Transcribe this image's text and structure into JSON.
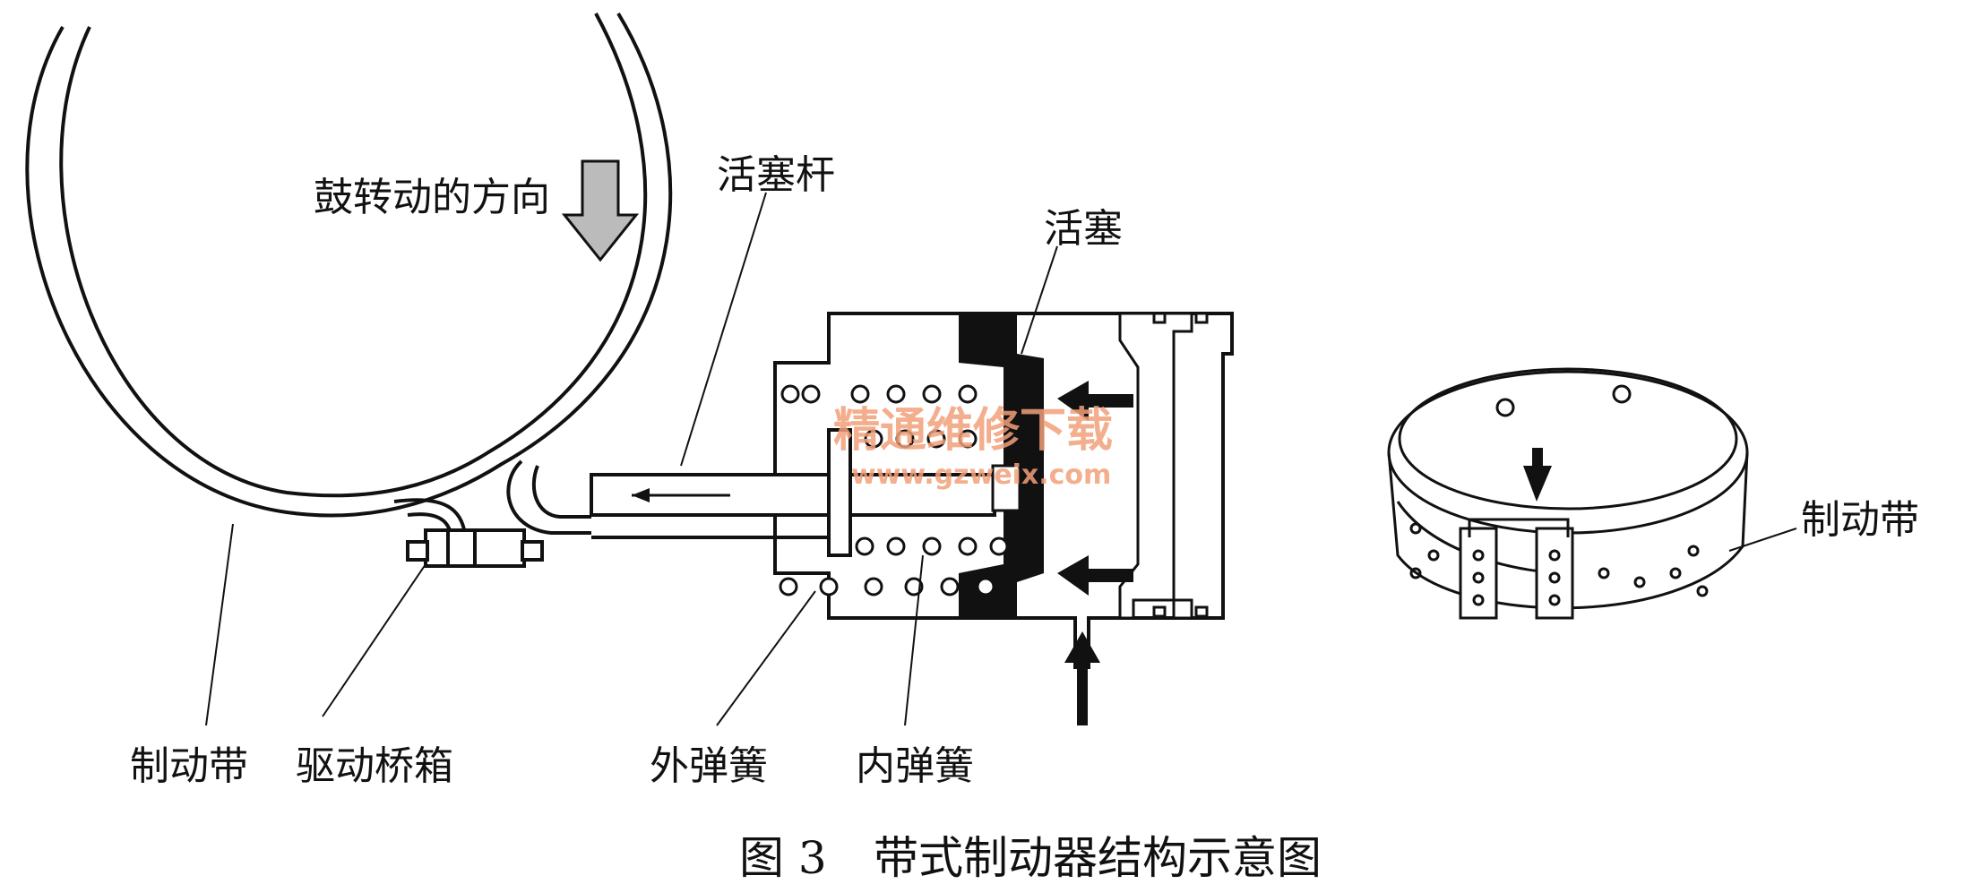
{
  "labels": {
    "drum_direction": "鼓转动的方向",
    "piston_rod": "活塞杆",
    "piston": "活塞",
    "brake_band_left": "制动带",
    "drive_axle_housing": "驱动桥箱",
    "outer_spring": "外弹簧",
    "inner_spring": "内弹簧",
    "brake_band_right": "制动带"
  },
  "caption": {
    "figure_number": "图 3",
    "title": "带式制动器结构示意图"
  },
  "watermark": {
    "name": "精通维修下载",
    "url": "www.gzweix.com"
  }
}
